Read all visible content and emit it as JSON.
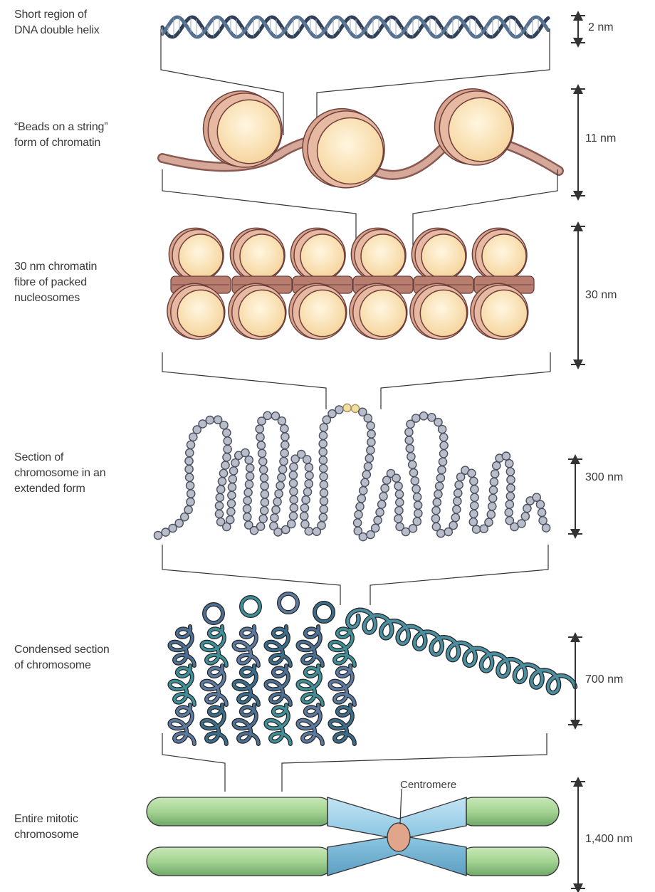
{
  "levels": [
    {
      "id": "dna",
      "label": "Short region of\nDNA double helix",
      "scale": "2 nm"
    },
    {
      "id": "beads",
      "label": "“Beads on a string”\nform of chromatin",
      "scale": "11 nm"
    },
    {
      "id": "fibre",
      "label": "30 nm chromatin\nfibre of packed\nnucleosomes",
      "scale": "30 nm"
    },
    {
      "id": "extended",
      "label": "Section of\nchromosome in an\nextended form",
      "scale": "300 nm"
    },
    {
      "id": "condensed",
      "label": "Condensed section\nof chromosome",
      "scale": "700 nm"
    },
    {
      "id": "mitotic",
      "label": "Entire mitotic\nchromosome",
      "scale": "1,400 nm"
    }
  ],
  "centromere_label": "Centromere",
  "colors": {
    "dna": "#3d4f66",
    "nucleosome_fill": "#fbe3b8",
    "nucleosome_edge": "#8a5a52",
    "nucleosome_body": "#c99a8a",
    "bead_fill": "#b8bcc8",
    "bead_edge": "#4a5060",
    "condensed_blue": "#4a6f94",
    "condensed_teal": "#3f8f98",
    "arm_green": "#a8d49a",
    "arm_blue": "#8fc6e0",
    "centromere": "#e0a58a",
    "line": "#333333"
  }
}
